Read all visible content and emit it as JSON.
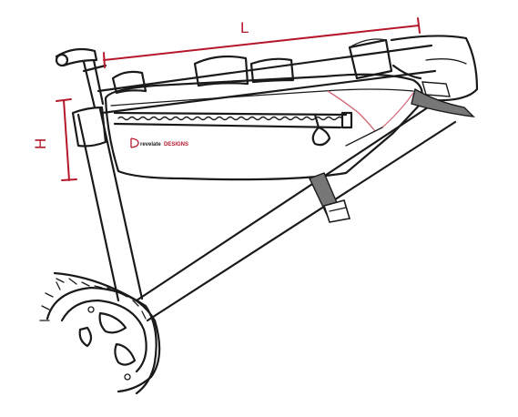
{
  "labels": {
    "length": "L",
    "height": "H",
    "brand_prefix": "revelate",
    "brand_suffix": "DESIGNS"
  },
  "colors": {
    "ink": "#1a1a1a",
    "dimension": "#b5182b",
    "bag_fill": "#ffffff",
    "strap": "#777777",
    "zipper_trim": "#d46a7a"
  },
  "icons": {
    "brand_logo": "revelate-logo-icon"
  }
}
